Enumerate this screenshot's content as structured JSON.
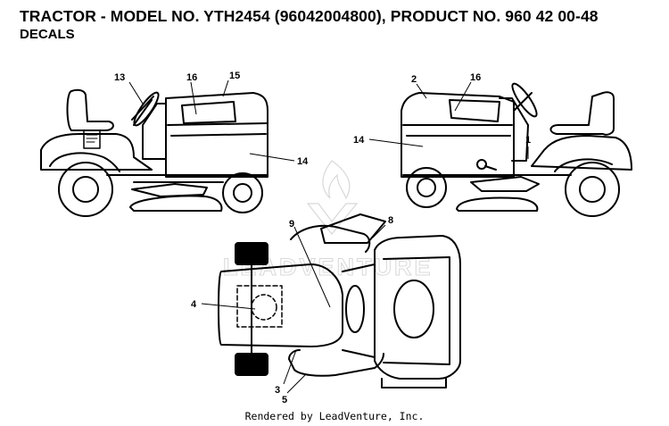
{
  "header": {
    "title": "TRACTOR - MODEL NO. YTH2454 (96042004800), PRODUCT NO. 960 42 00-48",
    "subtitle": "DECALS"
  },
  "watermark": {
    "text": "LEADVENTURE",
    "logo": "flame-logo"
  },
  "callouts": {
    "c1": "1",
    "c2": "2",
    "c3": "3",
    "c4": "4",
    "c5": "5",
    "c8": "8",
    "c9": "9",
    "c13": "13",
    "c14_left": "14",
    "c14_right": "14",
    "c15": "15",
    "c16_left": "16",
    "c16_right": "16"
  },
  "footer": {
    "text": "Rendered by LeadVenture, Inc."
  },
  "colors": {
    "line": "#000000",
    "watermark": "#d8d8d8"
  }
}
